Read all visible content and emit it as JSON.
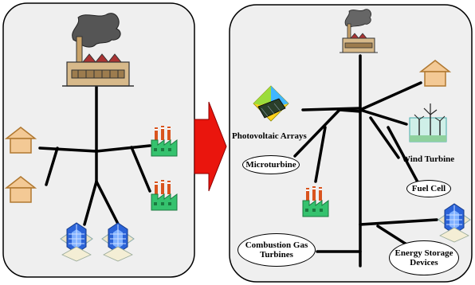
{
  "labels": {
    "pv": "Photovoltaic Arrays",
    "microturbine": "Microturbine",
    "wind": "Wind Turbine",
    "fuel_cell": "Fuel Cell",
    "combustion_1": "Combustion Gas",
    "combustion_2": "Turbines",
    "storage_1": "Energy Storage",
    "storage_2": "Devices"
  },
  "colors": {
    "panel_fill": "#efefef",
    "arrow": "#e8140c",
    "house": "#f0c48a",
    "factory_green": "#2fbf6a",
    "building_blue": "#2a62d6"
  }
}
